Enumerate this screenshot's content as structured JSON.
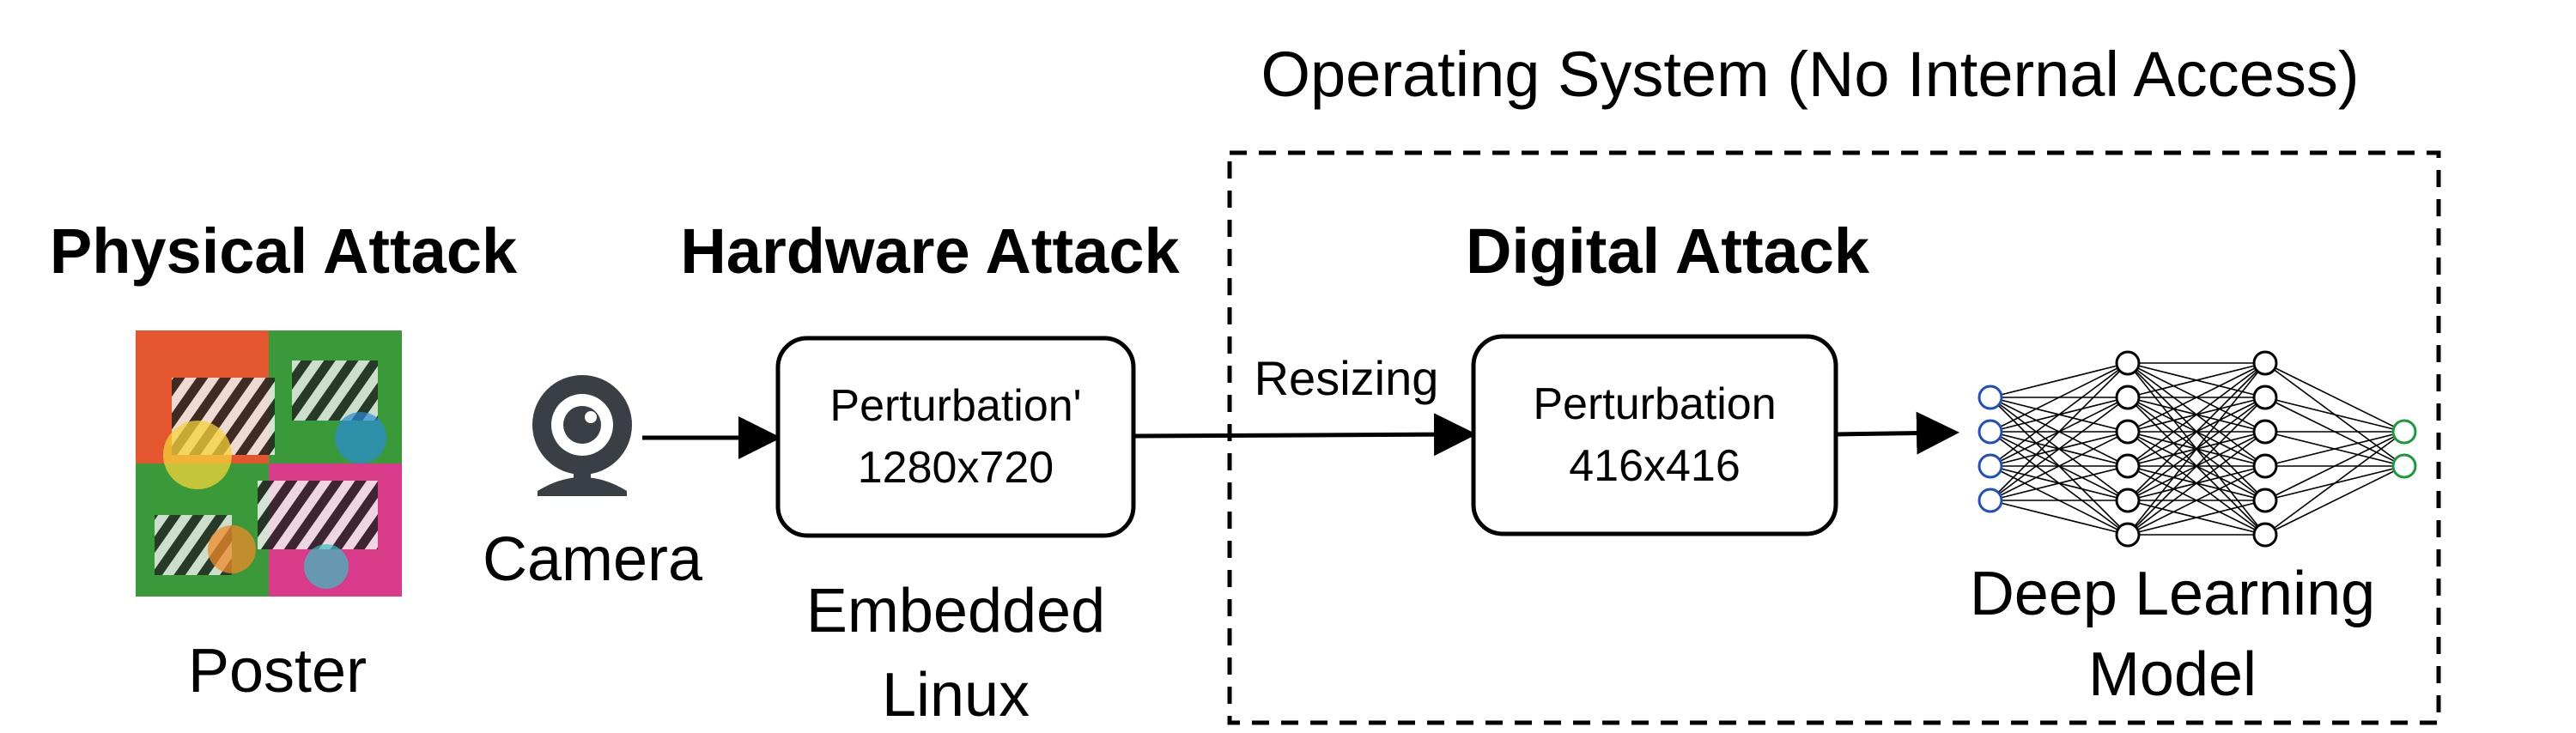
{
  "os_region": {
    "label": "Operating System (No Internal Access)"
  },
  "physical": {
    "title": "Physical Attack",
    "label": "Poster"
  },
  "hardware": {
    "title": "Hardware Attack",
    "camera_label": "Camera",
    "box_line1": "Perturbation'",
    "box_line2": "1280x720",
    "below_line1": "Embedded",
    "below_line2": "Linux"
  },
  "digital": {
    "title": "Digital Attack",
    "resize_label": "Resizing",
    "box_line1": "Perturbation",
    "box_line2": "416x416"
  },
  "model": {
    "label_line1": "Deep Learning",
    "label_line2": "Model",
    "layers": [
      4,
      6,
      6,
      2
    ],
    "input_color": "#1f4fbf",
    "hidden_color": "#000000",
    "output_color": "#1a9a3a"
  },
  "icons": {
    "poster": "adversarial-poster-image",
    "camera": "webcam-icon",
    "network": "neural-network-icon"
  }
}
